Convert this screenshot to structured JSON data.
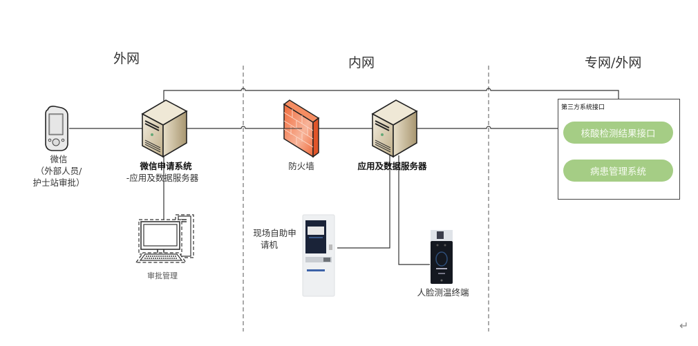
{
  "zones": {
    "external": "外网",
    "internal": "内网",
    "private": "专网/外网"
  },
  "nodes": {
    "wechat": {
      "icon": "mobile-phone-icon",
      "lines": [
        "微信",
        "（外部人员/",
        "护士站审批）"
      ]
    },
    "wechat_server": {
      "icon": "server-icon",
      "title": "微信申请系统",
      "subtitle": "-应用及数据服务器"
    },
    "approval": {
      "icon": "desktop-computer-icon",
      "label": "审批管理"
    },
    "firewall": {
      "icon": "firewall-icon",
      "label": "防火墙"
    },
    "app_server": {
      "icon": "server-icon",
      "label": "应用及数据服务器"
    },
    "kiosk": {
      "icon": "kiosk-icon",
      "lines": [
        "现场自助申",
        "请机"
      ]
    },
    "face_terminal": {
      "icon": "face-terminal-icon",
      "label": "人脸测温终端"
    }
  },
  "third_party": {
    "title": "第三方系统接口",
    "items": [
      "核酸检测结果接口",
      "病患管理系统"
    ],
    "pill_color": "#a5cd85"
  },
  "colors": {
    "firewall": "#f07a4f",
    "server": "#e2d6b8",
    "line": "#333333"
  },
  "paragraph_mark": "↵"
}
